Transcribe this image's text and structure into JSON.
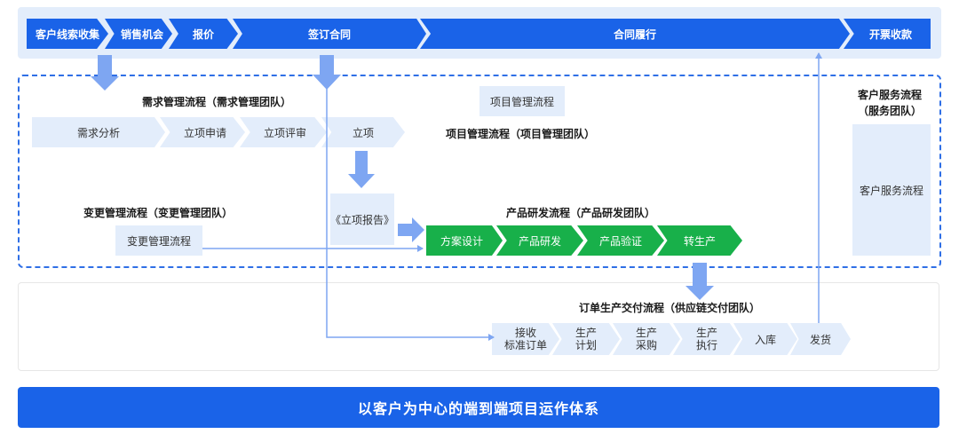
{
  "top_stages": [
    "客户线索收集",
    "销售机会",
    "报价",
    "签订合同",
    "合同履行",
    "开票收款"
  ],
  "demand": {
    "title": "需求管理流程（需求管理团队）",
    "steps": [
      "需求分析",
      "立项申请",
      "立项评审",
      "立项"
    ]
  },
  "project": {
    "box_label": "项目管理流程",
    "title": "项目管理流程（项目管理团队）",
    "report": "《立项报告》"
  },
  "change": {
    "title": "变更管理流程（变更管理团队）",
    "box_label": "变更管理流程"
  },
  "rnd": {
    "title": "产品研发流程（产品研发团队）",
    "steps": [
      "方案设计",
      "产品研发",
      "产品验证",
      "转生产"
    ]
  },
  "service": {
    "title_line1": "客户服务流程",
    "title_line2": "（服务团队）",
    "box_label": "客户服务流程"
  },
  "order": {
    "title": "订单生产交付流程（供应链交付团队）",
    "steps": [
      {
        "line1": "接收",
        "line2": "标准订单"
      },
      {
        "line1": "生产",
        "line2": "计划"
      },
      {
        "line1": "生产",
        "line2": "采购"
      },
      {
        "line1": "生产",
        "line2": "执行"
      },
      {
        "line1": "入库",
        "line2": ""
      },
      {
        "line1": "发货",
        "line2": ""
      }
    ]
  },
  "footer": "以客户为中心的端到端项目运作体系",
  "colors": {
    "primary_blue": "#1a63e8",
    "light_blue": "#e3edfb",
    "green": "#18b04a",
    "arrow_blue": "#7ea6f2",
    "dashed_border": "#2f6fe6"
  }
}
